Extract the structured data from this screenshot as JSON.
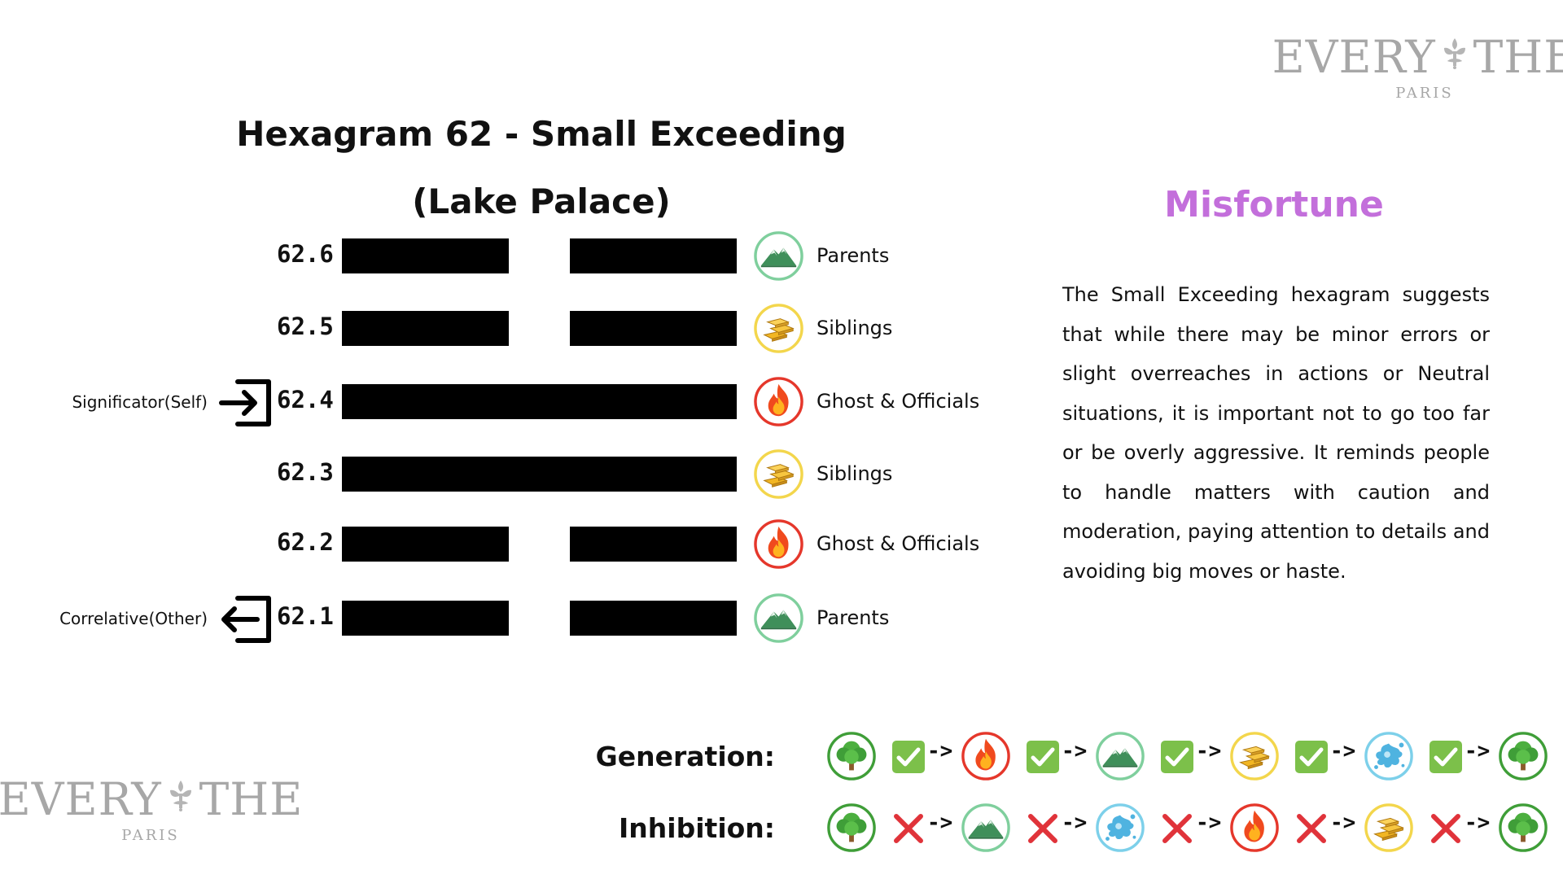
{
  "brand": {
    "name_main": "EVERY",
    "name_end": "THE",
    "city": "PARIS",
    "emblem": "fleur-emblem-icon"
  },
  "title": {
    "main": "Hexagram 62 - Small Exceeding",
    "palace": "(Lake Palace)"
  },
  "lines": [
    {
      "number": "62.6",
      "type": "broken",
      "relation": "Parents",
      "icon": "mountain-icon"
    },
    {
      "number": "62.5",
      "type": "broken",
      "relation": "Siblings",
      "icon": "gold-bars-icon"
    },
    {
      "number": "62.4",
      "type": "solid",
      "relation": "Ghost & Officials",
      "icon": "fire-icon"
    },
    {
      "number": "62.3",
      "type": "solid",
      "relation": "Siblings",
      "icon": "gold-bars-icon"
    },
    {
      "number": "62.2",
      "type": "broken",
      "relation": "Ghost & Officials",
      "icon": "fire-icon"
    },
    {
      "number": "62.1",
      "type": "broken",
      "relation": "Parents",
      "icon": "mountain-icon"
    }
  ],
  "markers": {
    "significator": {
      "label": "Significator(Self)",
      "line": "62.4",
      "icon": "arrow-enter-icon"
    },
    "correlative": {
      "label": "Correlative(Other)",
      "line": "62.1",
      "icon": "arrow-exit-icon"
    }
  },
  "fortune": {
    "heading": "Misfortune",
    "description": "The Small Exceeding hexagram suggests that while there may be minor errors or slight overreaches in actions or Neutral situations, it is important not to go too far or be overly aggressive. It reminds people to handle matters with caution and moderation, paying attention to details and avoiding big moves or haste."
  },
  "cycles": {
    "generation": {
      "label": "Generation:",
      "mark": "check-icon",
      "arrow": "->",
      "elements": [
        "tree-icon",
        "fire-icon",
        "mountain-icon",
        "gold-bars-icon",
        "water-splash-icon",
        "tree-icon"
      ]
    },
    "inhibition": {
      "label": "Inhibition:",
      "mark": "cross-icon",
      "arrow": "->",
      "elements": [
        "tree-icon",
        "mountain-icon",
        "water-splash-icon",
        "fire-icon",
        "gold-bars-icon",
        "tree-icon"
      ]
    }
  },
  "colors": {
    "wood": "#3f9e38",
    "fire": "#e5372b",
    "earth": "#7fcf9d",
    "metal": "#f3d64c",
    "water": "#7dd0ea",
    "check": "#7cc04a",
    "cross": "#e0333a",
    "heading": "#c36fdb",
    "line": "#000000",
    "logo": "#a7a7a7"
  }
}
